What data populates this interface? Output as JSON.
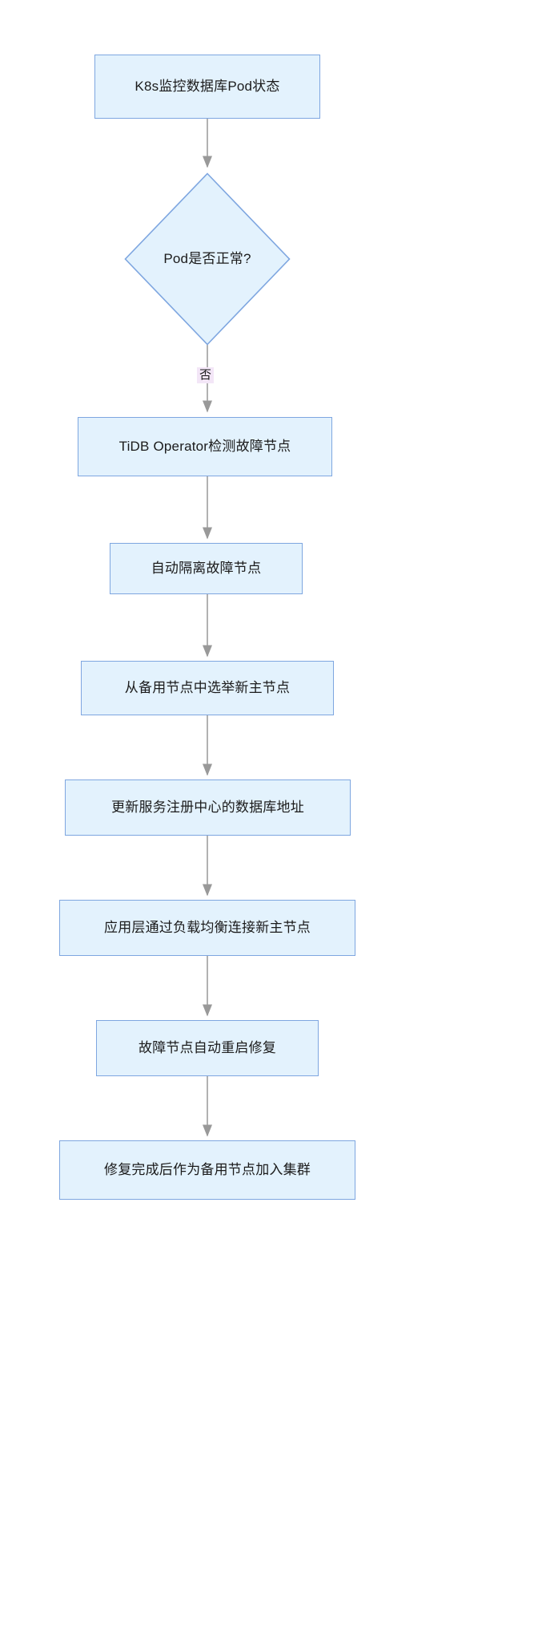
{
  "diagram": {
    "type": "flowchart",
    "orientation": "top-to-bottom",
    "background_color": "#ffffff",
    "node_fill_color": "#e3f2fd",
    "node_border_color": "#7ea6e0",
    "edge_color": "#999999",
    "text_color": "#1b1b1b",
    "edge_label_background": "#f3e6f7",
    "nodes": [
      {
        "id": "n1",
        "shape": "rectangle",
        "label": "K8s监控数据库Pod状态"
      },
      {
        "id": "n2",
        "shape": "diamond",
        "label": "Pod是否正常?"
      },
      {
        "id": "n3",
        "shape": "rectangle",
        "label": "TiDB Operator检测故障节点"
      },
      {
        "id": "n4",
        "shape": "rectangle",
        "label": "自动隔离故障节点"
      },
      {
        "id": "n5",
        "shape": "rectangle",
        "label": "从备用节点中选举新主节点"
      },
      {
        "id": "n6",
        "shape": "rectangle",
        "label": "更新服务注册中心的数据库地址"
      },
      {
        "id": "n7",
        "shape": "rectangle",
        "label": "应用层通过负载均衡连接新主节点"
      },
      {
        "id": "n8",
        "shape": "rectangle",
        "label": "故障节点自动重启修复"
      },
      {
        "id": "n9",
        "shape": "rectangle",
        "label": "修复完成后作为备用节点加入集群"
      }
    ],
    "edges": [
      {
        "from": "n1",
        "to": "n2",
        "label": ""
      },
      {
        "from": "n2",
        "to": "n3",
        "label": "否"
      },
      {
        "from": "n3",
        "to": "n4",
        "label": ""
      },
      {
        "from": "n4",
        "to": "n5",
        "label": ""
      },
      {
        "from": "n5",
        "to": "n6",
        "label": ""
      },
      {
        "from": "n6",
        "to": "n7",
        "label": ""
      },
      {
        "from": "n7",
        "to": "n8",
        "label": ""
      },
      {
        "from": "n8",
        "to": "n9",
        "label": ""
      }
    ]
  }
}
